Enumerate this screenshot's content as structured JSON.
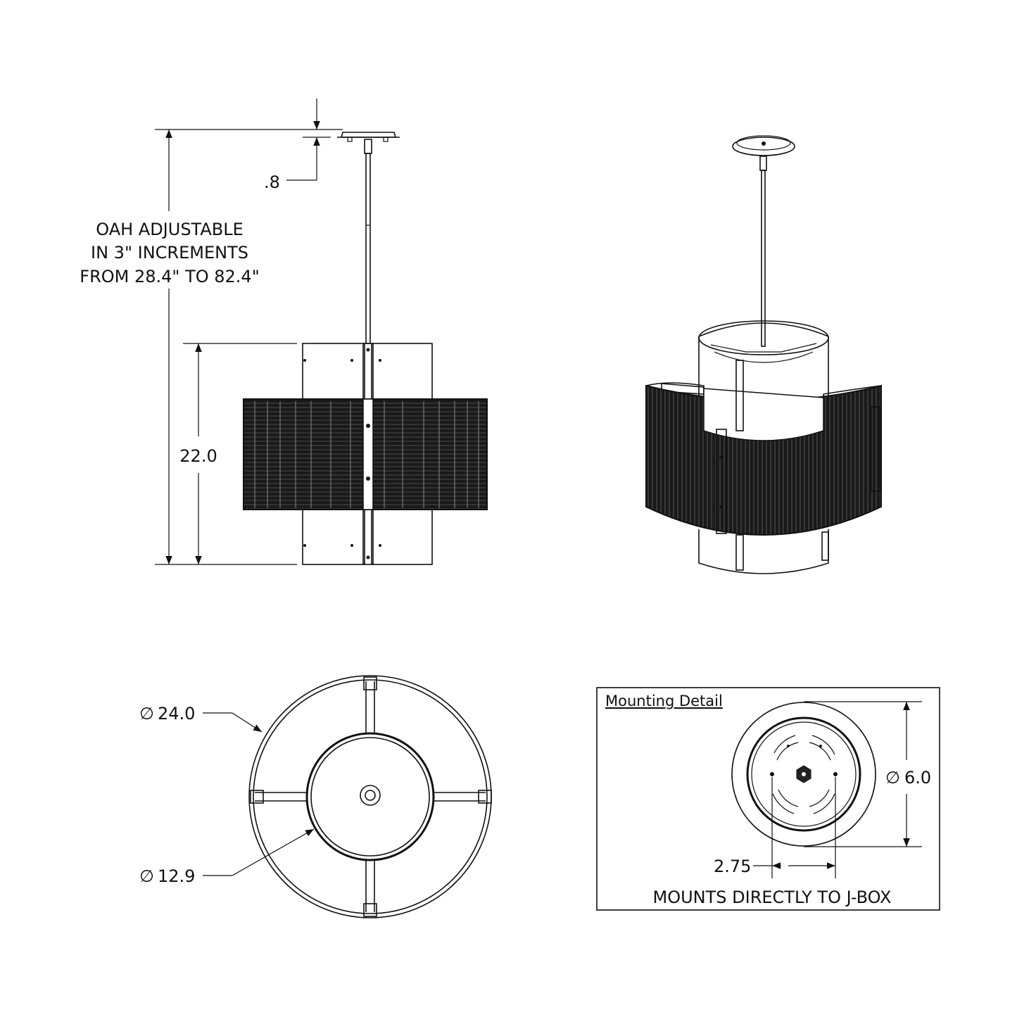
{
  "front_view": {
    "canopy_dimension": ".8",
    "oah_note": [
      "OAH ADJUSTABLE",
      "IN 3\" INCREMENTS",
      "FROM 28.4\" TO 82.4\""
    ],
    "height_dimension": "22.0"
  },
  "bottom_view": {
    "outer_diameter": "24.0",
    "inner_diameter": "12.9",
    "diameter_symbol": "∅"
  },
  "mounting_detail": {
    "title": "Mounting Detail",
    "canopy_diameter": "6.0",
    "hole_spacing": "2.75",
    "note": "MOUNTS DIRECTLY TO J-BOX"
  },
  "colors": {
    "line": "#111111",
    "shade": "#1a1a1a",
    "background": "#ffffff"
  }
}
